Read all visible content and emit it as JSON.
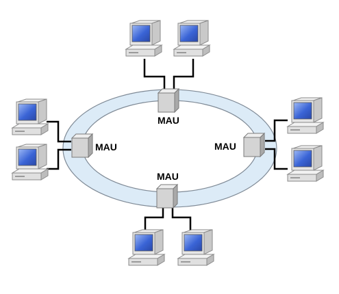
{
  "diagram": {
    "mau_units": [
      {
        "id": "top",
        "label": "MAU"
      },
      {
        "id": "left",
        "label": "MAU"
      },
      {
        "id": "right",
        "label": "MAU"
      },
      {
        "id": "bottom",
        "label": "MAU"
      }
    ],
    "colors": {
      "ring_fill": "#dcebf7",
      "ring_stroke": "#7f8a96",
      "hub_face": "#d4d4d4",
      "hub_top": "#eeeeee",
      "hub_side": "#a9a9a9",
      "cable": "#000000",
      "monitor_body": "#e3e3e3",
      "monitor_outline": "#8a8a8a",
      "screen": "#3a64d6",
      "screen_highlight": "#9cb8f5"
    },
    "icons": [
      "desktop-computer-icon",
      "mau-hub-icon"
    ]
  }
}
